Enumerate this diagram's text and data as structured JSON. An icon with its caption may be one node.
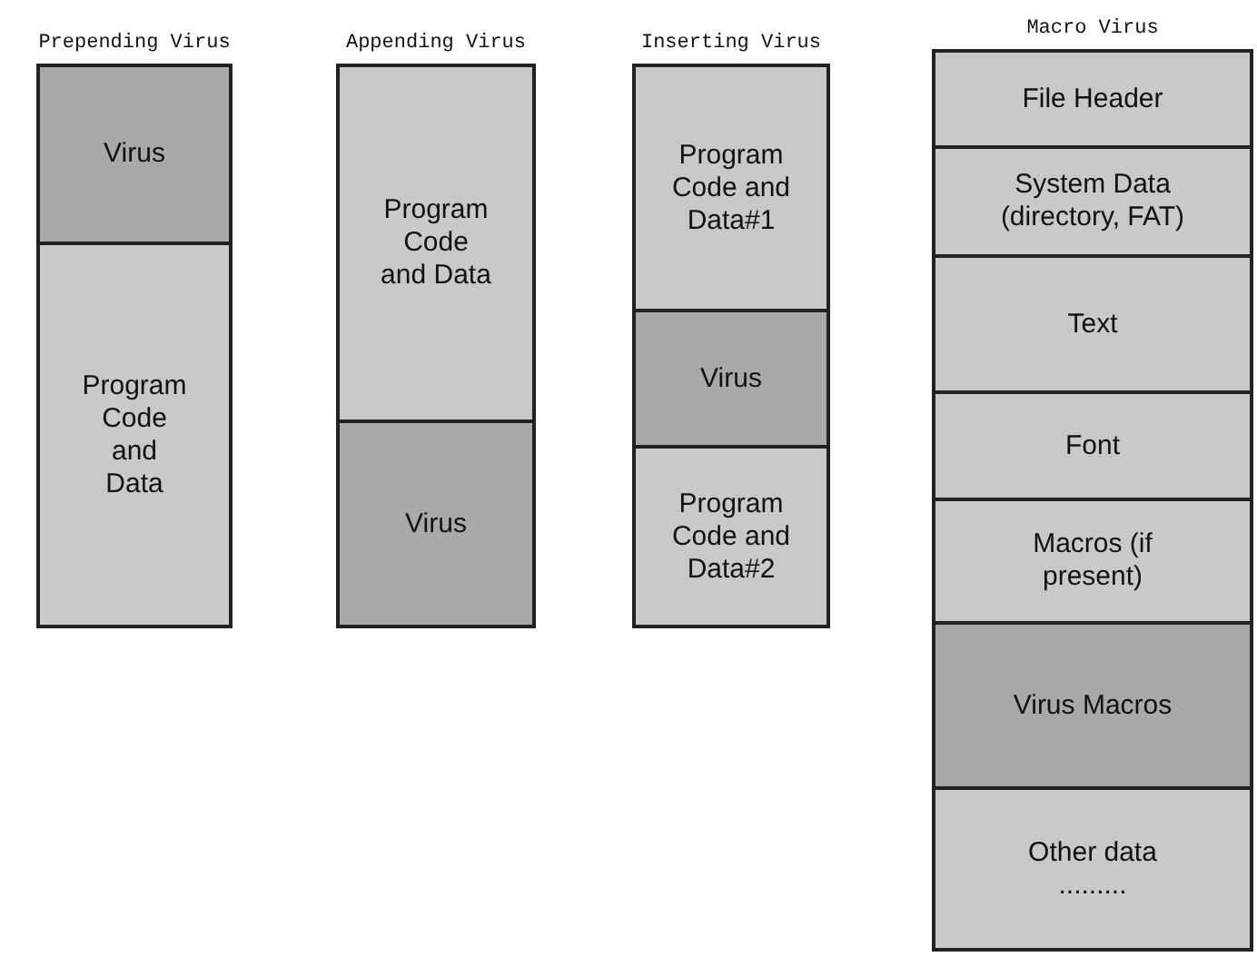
{
  "diagram": {
    "nodes": [
      {
        "text": [
          "Prepending Virus"
        ]
      },
      {
        "text": [
          "Virus"
        ],
        "in": 0
      },
      {
        "text": [
          "Program Code and Data"
        ],
        "in": 0
      },
      {
        "text": [
          "Appending Virus"
        ]
      },
      {
        "text": [
          "Program Code and Data"
        ],
        "in": 3
      },
      {
        "text": [
          "Virus"
        ],
        "in": 3
      },
      {
        "text": [
          "Inserting Virus"
        ]
      },
      {
        "text": [
          "Program Code and Data#1"
        ],
        "in": 6
      },
      {
        "text": [
          "Virus"
        ],
        "in": 6
      },
      {
        "text": [
          "Program Code and Data#2"
        ],
        "in": 6
      },
      {
        "text": [
          "Macro Virus"
        ]
      },
      {
        "text": [
          "File Header"
        ],
        "in": 10
      },
      {
        "text": [
          "System Data (directory, FAT)"
        ],
        "in": 10
      },
      {
        "text": [
          "Text"
        ],
        "in": 10
      },
      {
        "text": [
          "Font"
        ],
        "in": 10
      },
      {
        "text": [
          "Macros (if present)"
        ],
        "in": 10
      },
      {
        "text": [
          "Virus Macros"
        ],
        "in": 10
      },
      {
        "text": [
          "Other data",
          "........."
        ],
        "in": 10
      }
    ]
  }
}
